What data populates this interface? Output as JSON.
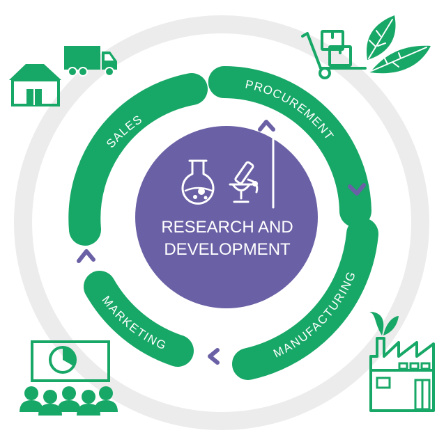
{
  "diagram": {
    "center": {
      "lines": [
        "RESEARCH AND",
        "DEVELOPMENT"
      ],
      "icons": [
        "flask-icon",
        "microscope-icon"
      ]
    },
    "stages": [
      {
        "id": "procurement",
        "label": "PROCUREMENT",
        "icons": [
          "hand-truck-icon",
          "leaves-icon"
        ]
      },
      {
        "id": "manufacturing",
        "label": "MANUFACTURING",
        "icons": [
          "factory-icon"
        ]
      },
      {
        "id": "marketing",
        "label": "MARKETING",
        "icons": [
          "presentation-audience-icon"
        ]
      },
      {
        "id": "sales",
        "label": "SALES",
        "icons": [
          "warehouse-icon",
          "delivery-truck-icon"
        ]
      }
    ],
    "colors": {
      "green": "#17a766",
      "purple": "#6a60a5",
      "ring": "#ececec",
      "white": "#ffffff"
    }
  }
}
